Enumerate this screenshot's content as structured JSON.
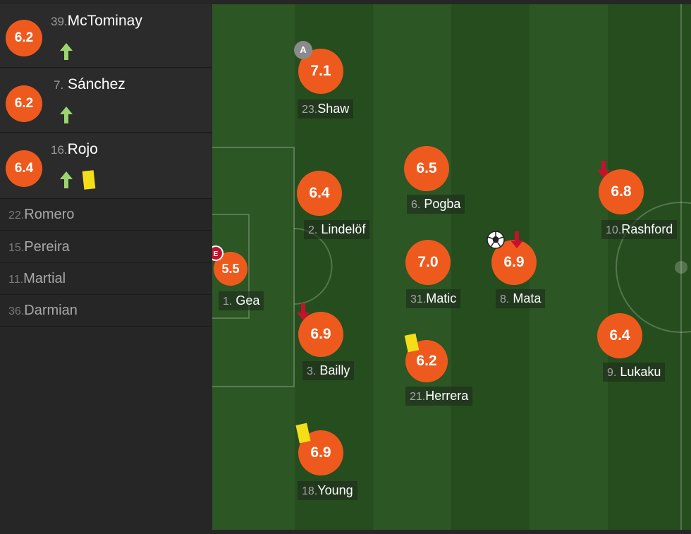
{
  "substitutes_in": [
    {
      "number": "39.",
      "name": "McTominay",
      "rating": "6.2",
      "sub_icon": "arrow-up-icon",
      "card": ""
    },
    {
      "number": "7.",
      "name": "Sánchez",
      "rating": "6.2",
      "sub_icon": "arrow-up-icon",
      "card": ""
    },
    {
      "number": "16.",
      "name": "Rojo",
      "rating": "6.4",
      "sub_icon": "arrow-up-icon",
      "card": "yellow-card"
    }
  ],
  "bench": [
    {
      "number": "22.",
      "name": "Romero"
    },
    {
      "number": "15.",
      "name": "Pereira"
    },
    {
      "number": "11.",
      "name": "Martial"
    },
    {
      "number": "36.",
      "name": "Darmian"
    }
  ],
  "lineup": [
    {
      "number": "1.",
      "name": "Gea",
      "rating": "5.5",
      "event": "error-badge-icon"
    },
    {
      "number": "23.",
      "name": "Shaw",
      "rating": "7.1",
      "event": "assist-badge-icon",
      "badge_text": "A"
    },
    {
      "number": "2.",
      "name": "Lindelöf",
      "rating": "6.4"
    },
    {
      "number": "3.",
      "name": "Bailly",
      "rating": "6.9",
      "event": "sub-off-arrow-icon"
    },
    {
      "number": "18.",
      "name": "Young",
      "rating": "6.9",
      "event": "yellow-card"
    },
    {
      "number": "6.",
      "name": "Pogba",
      "rating": "6.5"
    },
    {
      "number": "31.",
      "name": "Matic",
      "rating": "7.0"
    },
    {
      "number": "21.",
      "name": "Herrera",
      "rating": "6.2",
      "event": "yellow-card"
    },
    {
      "number": "8.",
      "name": "Mata",
      "rating": "6.9",
      "event": "goal-ball-icon, sub-off-arrow-icon"
    },
    {
      "number": "10.",
      "name": "Rashford",
      "rating": "6.8",
      "event": "sub-off-arrow-icon"
    },
    {
      "number": "9.",
      "name": "Lukaku",
      "rating": "6.4"
    }
  ],
  "colors": {
    "rating_bubble": "#ee5a1e",
    "sub_on_arrow": "#9bd56f",
    "sub_off_arrow": "#c8102e",
    "yellow_card": "#f3de17",
    "pitch_light": "#2f5a25",
    "pitch_dark": "#274d1f",
    "sidebar_bg": "#262626"
  }
}
